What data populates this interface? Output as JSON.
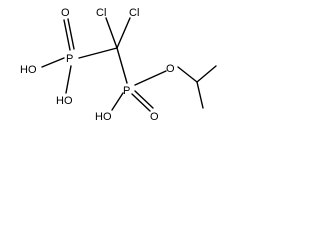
{
  "molecule": {
    "atoms": {
      "cl_left": "Cl",
      "cl_right": "Cl",
      "p_left": "P",
      "p_right": "P",
      "oh_left_upper": "HO",
      "oh_left_lower": "HO",
      "oh_right": "HO",
      "o_ester": "O",
      "o_double_left": "O",
      "o_double_right": "O"
    }
  }
}
